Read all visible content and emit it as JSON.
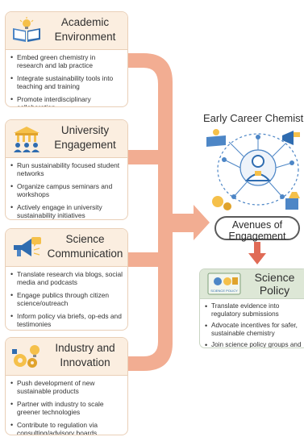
{
  "colors": {
    "card_border": "#e9cfb7",
    "card_header": "#fbeee0",
    "flow_arrow": "#f2ad92",
    "policy_header": "#dde7d6"
  },
  "cards": [
    {
      "title": "Academic\nEnvironment",
      "icon": "book-lightbulb-icon",
      "bullets": [
        "Embed green chemistry in research and lab practice",
        "Integrate sustainability tools into teaching and training",
        "Promote interdisciplinary collaboration"
      ]
    },
    {
      "title": "University\nEngagement",
      "icon": "university-people-icon",
      "bullets": [
        "Run sustainability focused student networks",
        "Organize campus seminars and workshops",
        "Actively engage in university sustainability initiatives"
      ]
    },
    {
      "title": "Science\nCommunication",
      "icon": "megaphone-chat-icon",
      "bullets": [
        "Translate research via blogs, social media and podcasts",
        "Engage publics through citizen science/outreach",
        "Inform policy via briefs, op-eds and testimonies"
      ]
    },
    {
      "title": "Industry and\nInnovation",
      "icon": "gears-lightbulb-icon",
      "bullets": [
        "Push development of new sustainable products",
        "Partner with industry to scale greener technologies",
        "Contribute to regulation via consulting/advisory boards"
      ]
    }
  ],
  "early_career": {
    "title": "Early Career Chemist",
    "icon": "chemist-network-icon"
  },
  "avenues": {
    "label": "Avenues of\nEngagement"
  },
  "policy": {
    "title": "Science\nPolicy",
    "icon_label": "SCIENCE POLICY",
    "bullets": [
      "Translate evidence into regulatory submissions",
      "Advocate incentives for safer, sustainable chemistry",
      "Join science policy groups and fellowships"
    ]
  }
}
